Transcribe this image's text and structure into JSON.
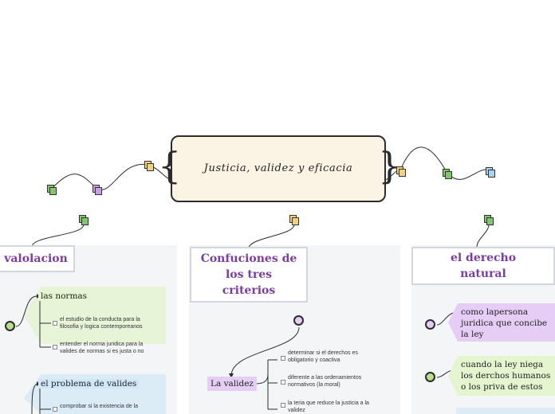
{
  "central": {
    "title": "Justicia, validez y eficacia"
  },
  "branches": {
    "left": {
      "title": "valolacion",
      "groups": [
        {
          "title": "las normas",
          "items": [
            "el estudio de la conducta  para la filosofia y logica contemporeanos",
            "entender el norma juridica para la valides de normas si es justa o no"
          ]
        },
        {
          "title": "el problema de valides",
          "items": [
            "comprobar si la existencia de la"
          ]
        }
      ]
    },
    "center": {
      "title": "Confuciones de los tres criterios",
      "groups": [
        {
          "title": "La validez",
          "items": [
            "determinar si el derechos es obligatorio y coactiva",
            "diferente a las ordenamientos normativos (la moral)",
            "la teria que reduce la justicia a la validez"
          ]
        }
      ]
    },
    "right": {
      "title": "el derecho natural",
      "groups": [
        {
          "title": "como lapersona juridica que concibe la ley"
        },
        {
          "title": "cuando la ley niega los derchos humanos o los priva de estos"
        }
      ]
    }
  },
  "colors": {
    "accent_purple": "#7b3ea0",
    "central_fill": "#fbf4e5",
    "note_green": "#7ec86a",
    "note_yellow": "#f5d27a",
    "note_purple": "#c9a0e6",
    "note_blue": "#a6d4f2",
    "panel_gray": "#f4f5f7"
  },
  "icons": [
    "note-icon",
    "checkbox-icon",
    "connector-circle-icon"
  ]
}
